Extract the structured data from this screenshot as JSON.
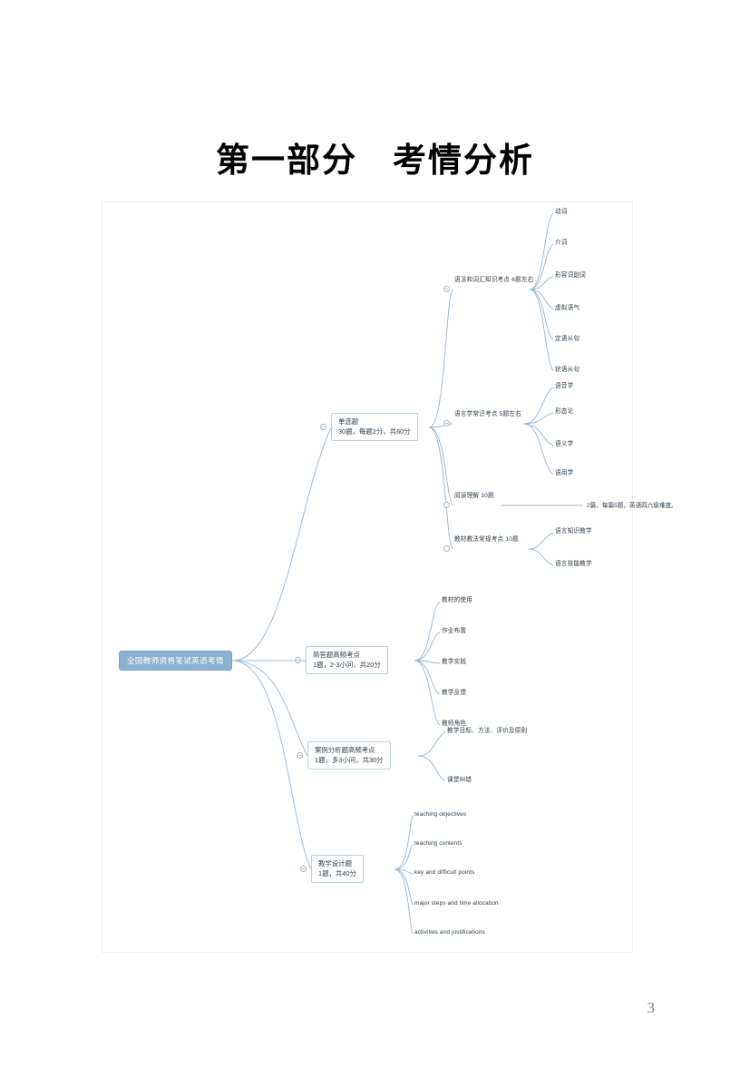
{
  "document": {
    "title": "第一部分　考情分析",
    "page_number": "3"
  },
  "colors": {
    "root_fill": "#8cb0d0",
    "root_text": "#ffffff",
    "branch_border": "#b9cfe2",
    "connector": "#9bbcd6",
    "text": "#2b3a47",
    "page_number": "#7f7f7f",
    "canvas_border": "#efefef"
  },
  "mindmap": {
    "root": {
      "label": "全国教师资格笔试英语考情"
    },
    "branches": [
      {
        "id": "single-choice",
        "line1": "单选题",
        "line2": "30题，每题2分，共60分",
        "children": [
          {
            "id": "grammar-vocab",
            "line1": "语法和词汇知识考点",
            "line2": "6题左右",
            "leaves": [
              "动词",
              "介词",
              "形容词副词",
              "虚拟语气",
              "定语从句",
              "状语从句"
            ]
          },
          {
            "id": "linguistics",
            "line1": "语言学常识考点",
            "line2": "5题左右",
            "leaves": [
              "语音学",
              "形态论",
              "语义学",
              "语用学"
            ]
          },
          {
            "id": "reading",
            "line1": "阅读理解",
            "line2": "10题",
            "note": "2篇，每篇5题，英语四六级难度。",
            "leaves": []
          },
          {
            "id": "textbook-method",
            "line1": "教材教法常规考点",
            "line2": "10题",
            "leaves": [
              "语言知识教学",
              "语言技能教学"
            ]
          }
        ]
      },
      {
        "id": "short-answer",
        "line1": "简答题高频考点",
        "line2": "1题，2-3小问，共20分",
        "children": [],
        "leaves": [
          "教材的使用",
          "作业布置",
          "教学实践",
          "教学反馈",
          "教师角色"
        ]
      },
      {
        "id": "case-analysis",
        "line1": "案例分析题高频考点",
        "line2": "1题，多3小问，共30分",
        "children": [],
        "leaves": [
          "教学目标、方法、评价及原则",
          "课堂纠错"
        ]
      },
      {
        "id": "teaching-design",
        "line1": "教学设计题",
        "line2": "1题，共40分",
        "children": [],
        "leaves": [
          "teaching objectives",
          "teaching contents",
          "key and difficult points",
          "major steps and time allocation",
          "activities and justifications"
        ]
      }
    ]
  }
}
